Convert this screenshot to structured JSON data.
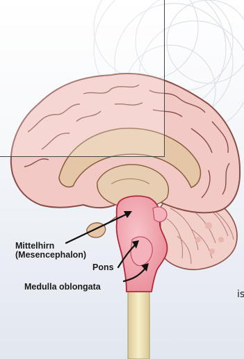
{
  "labels": {
    "midbrain_line1": "Mittelhirn",
    "midbrain_line2": "(Mesencephalon)",
    "pons": "Pons",
    "medulla": "Medulla oblongata"
  },
  "clipped_text": "is,",
  "colors": {
    "cerebrum_fill": "#f2c9c4",
    "cerebrum_stroke": "#8a4d48",
    "inner_tan": "#e5c7a7",
    "brainstem_fill": "#f0a3ad",
    "brainstem_stroke": "#b0283c",
    "cerebellum_fill": "#f3cfc9",
    "spinal_cord": "#f1e6bf",
    "background_tint": "#e8edf4"
  }
}
